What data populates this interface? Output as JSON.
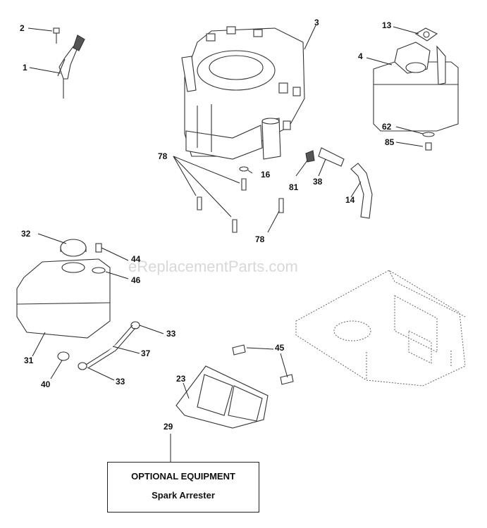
{
  "watermark": "eReplacementParts.com",
  "callouts": {
    "p1": "1",
    "p2": "2",
    "p3": "3",
    "p4": "4",
    "p13": "13",
    "p62": "62",
    "p85": "85",
    "p78a": "78",
    "p16": "16",
    "p81": "81",
    "p38": "38",
    "p14": "14",
    "p78b": "78",
    "p32": "32",
    "p44": "44",
    "p46": "46",
    "p31": "31",
    "p33a": "33",
    "p37": "37",
    "p40": "40",
    "p33b": "33",
    "p45": "45",
    "p23": "23",
    "p29": "29"
  },
  "optional_box": {
    "title": "OPTIONAL EQUIPMENT",
    "subtitle": "Spark Arrester"
  }
}
